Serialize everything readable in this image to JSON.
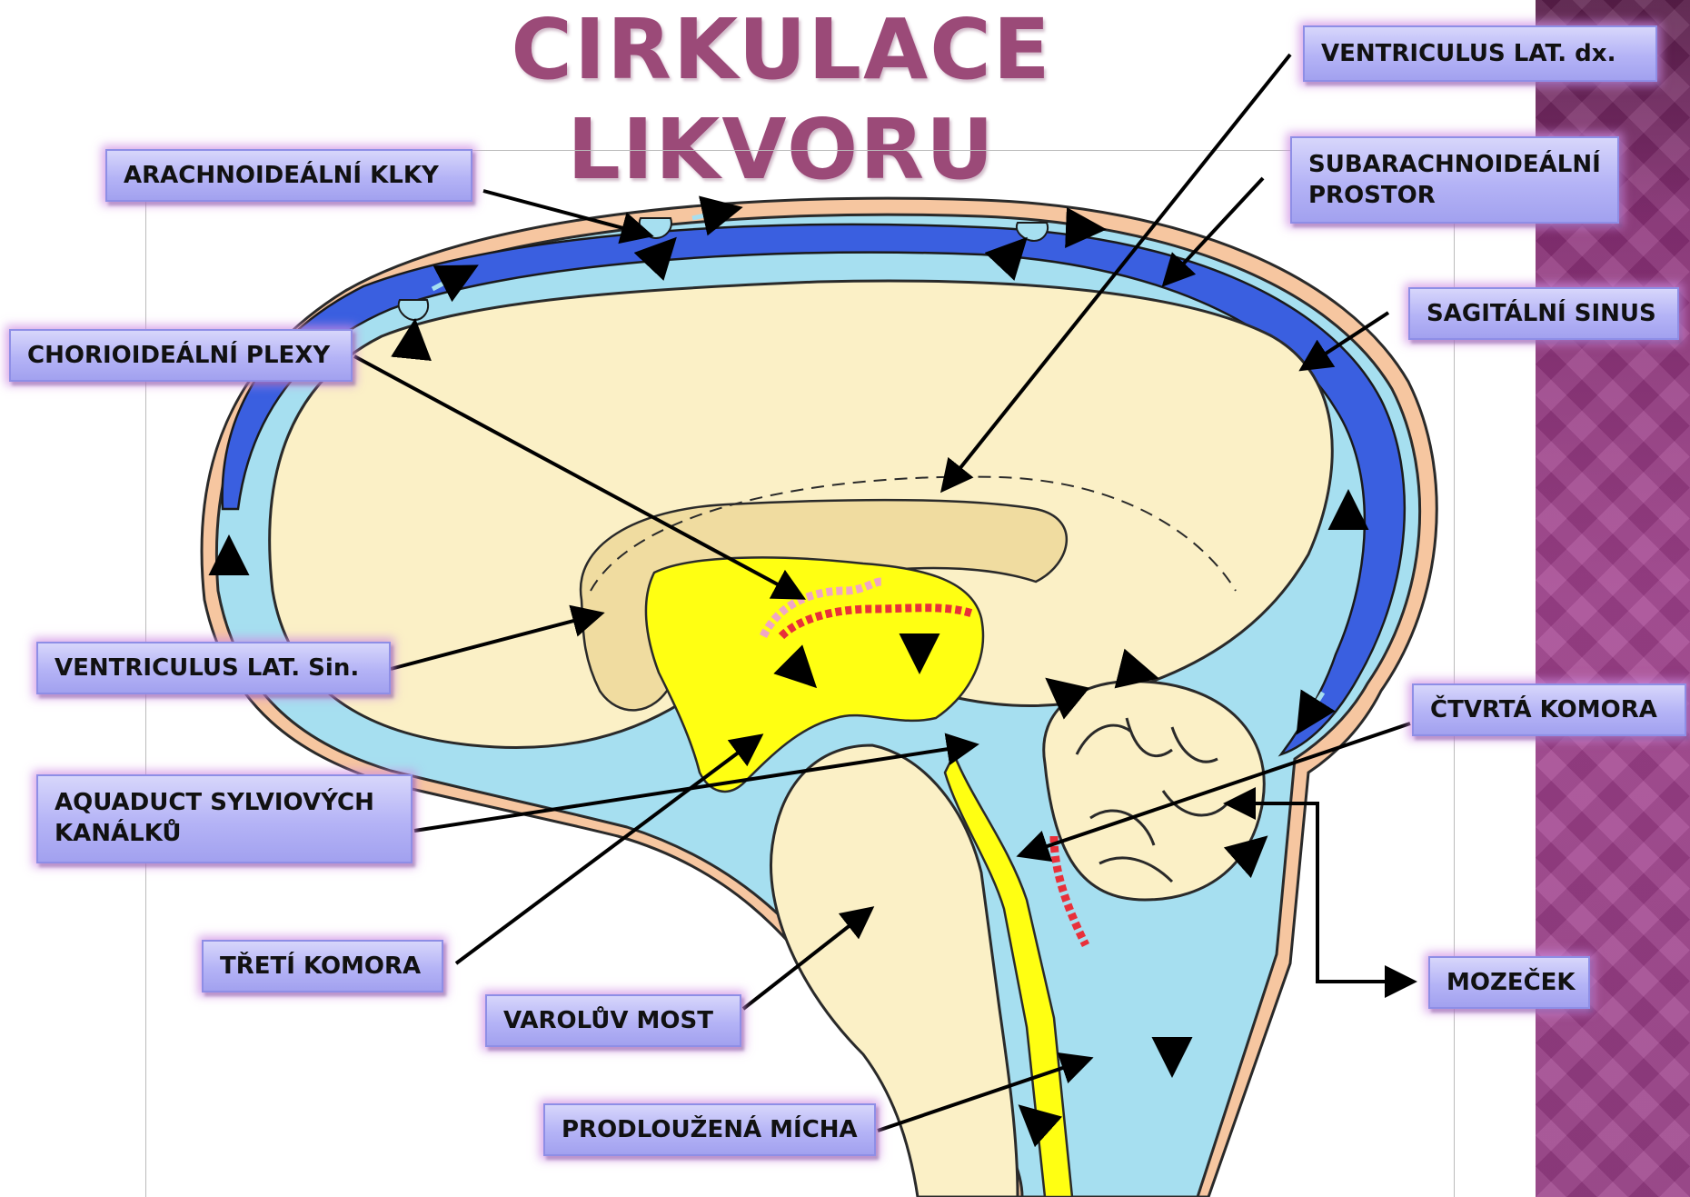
{
  "title": "CIRKULACE LIKVORU",
  "colors": {
    "title": "#9b4a78",
    "subarachnoid_space": "#a6dff0",
    "sagittal_sinus": "#3a5fe0",
    "brain_tissue": "#fbf0c6",
    "ventricles": "#ffff12",
    "choroid_plexus": "#e8303a",
    "skull_outline": "#e8a67e"
  },
  "labels": {
    "arachnoid_villi": "ARACHNOIDEÁLNÍ KLKY",
    "choroid_plexus": "CHORIOIDEÁLNÍ PLEXY",
    "lateral_ventricle_left": "VENTRICULUS LAT. Sin.",
    "aqueduct": "AQUADUCT SYLVIOVÝCH KANÁLKŮ",
    "third_ventricle": "TŘETÍ KOMORA",
    "pons": "VAROLŮV MOST",
    "medulla": "PRODLOUŽENÁ MÍCHA",
    "lateral_ventricle_right": "VENTRICULUS LAT. dx.",
    "subarachnoid_space": "SUBARACHNOIDEÁLNÍ PROSTOR",
    "sagittal_sinus": "SAGITÁLNÍ SINUS",
    "fourth_ventricle": "ČTVRTÁ KOMORA",
    "cerebellum": "MOZEČEK"
  },
  "icons": [
    "flow-arrow-icon",
    "pointer-line"
  ]
}
